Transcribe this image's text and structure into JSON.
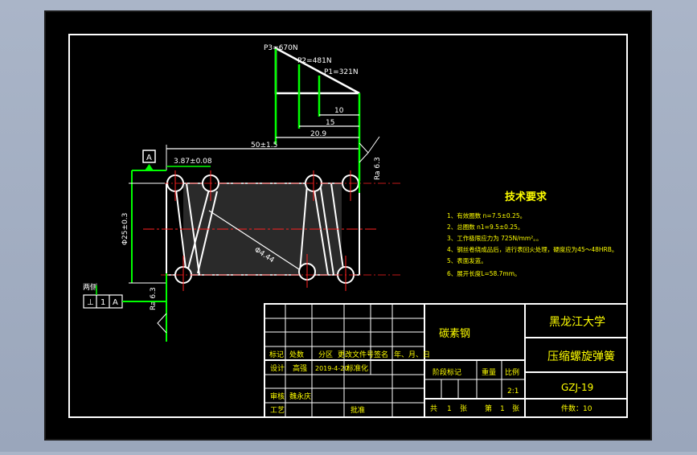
{
  "forces": {
    "p3": "P3=670N",
    "p2": "P2=481N",
    "p1": "P1=321N"
  },
  "dims": {
    "d10": "10",
    "d15": "15",
    "d209": "20.9",
    "d50": "50±1.5",
    "pitch": "3.87±0.08",
    "diameter": "Φ25±0.3",
    "wire": "Φ4.44",
    "ra_right": "Ra 6.3",
    "ra_left": "Ra 6.3"
  },
  "datum": {
    "label": "A",
    "both_ends": "两侧",
    "tol_sym": "⊥",
    "tol_val": "1",
    "tol_ref": "A"
  },
  "tech": {
    "title": "技术要求",
    "items": [
      "1、有效圈数 n=7.5±0.25。",
      "2、总圈数 n1=9.5±0.25。",
      "3、工作极限应力为 725N/mm²。。",
      "4、钢丝卷绕成品后，进行表回火处理，硬度应为45～48HRB。",
      "5、表面发蓝。",
      "6、展开长度L=58.7mm。"
    ]
  },
  "titleblock": {
    "material": "碳素钢",
    "university": "黑龙江大学",
    "part_name": "压缩螺旋弹簧",
    "drawing_no": "GZJ-19",
    "hdr": [
      "标记",
      "处数",
      "分区",
      "更改文件号",
      "签名",
      "年、月、日"
    ],
    "design_label": "设计",
    "designer": "高强",
    "design_date": "2019-4-20",
    "std_label": "标准化",
    "review_label": "审核",
    "reviewer": "魏永庆",
    "process_label": "工艺",
    "approve_label": "批准",
    "stage_mark": "阶段标记",
    "weight": "重量",
    "scale": "比例",
    "scale_val": "2:1",
    "total": "共",
    "total_n": "1",
    "zhang1": "张",
    "sheet": "第",
    "sheet_n": "1",
    "zhang2": "张",
    "count": "件数：10"
  },
  "colors": {
    "paper": "#000000",
    "line": "#ffffff",
    "green": "#00ff00",
    "red": "#ff2020",
    "yellow": "#ffff00",
    "hatch": "#2a2a2a"
  }
}
